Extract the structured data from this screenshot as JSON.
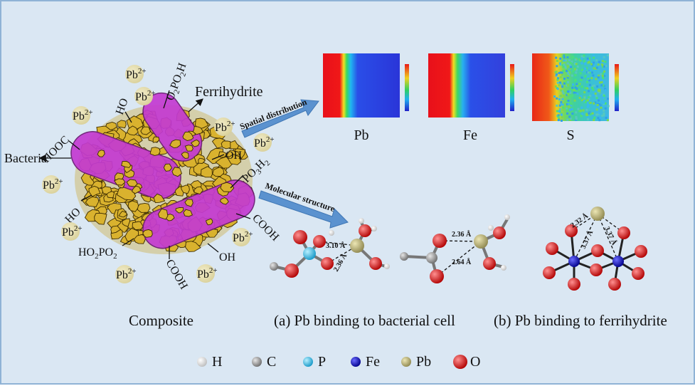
{
  "composite": {
    "ferrihydrite_label": "Ferrihydrite",
    "bacteria_label": "Bacteria",
    "ion_base": "Pb",
    "ion_charge": "2+",
    "groups": {
      "o2po2h": {
        "a": "O",
        "s1": "2",
        "b": "PO",
        "s2": "2",
        "c": "H"
      },
      "ho_top": "HO",
      "hooc": "HOOC",
      "oh_right": "OH",
      "po3h2": {
        "a": "PO",
        "s1": "3",
        "b": "H",
        "s2": "2"
      },
      "ho_left": "HO",
      "cooh_right": "COOH",
      "ho2po2": {
        "a": "HO",
        "s1": "2",
        "b": "PO",
        "s2": "2"
      },
      "cooh_bottom": "COOH",
      "oh_bottom": "OH"
    }
  },
  "arrows": {
    "spatial": "Spatial distribution",
    "molecular": "Molecular structure"
  },
  "maps": [
    {
      "element": "Pb"
    },
    {
      "element": "Fe"
    },
    {
      "element": "S"
    }
  ],
  "distances": {
    "a1": "3.10 Å",
    "a2": "2.36 Å",
    "b1": "2.36 Å",
    "b2": "2.64 Å",
    "c1": "2.32 Å",
    "c2": "3.37 Å",
    "c3": "3.37 Å"
  },
  "captions": {
    "composite": "Composite",
    "a": "(a) Pb binding to bacterial cell",
    "b": "(b) Pb binding to ferrihydrite"
  },
  "legend": [
    {
      "symbol": "H",
      "color": "#f4f4f4"
    },
    {
      "symbol": "C",
      "color": "#9a9a9a"
    },
    {
      "symbol": "P",
      "color": "#29c4ea"
    },
    {
      "symbol": "Fe",
      "color": "#1010c8"
    },
    {
      "symbol": "Pb",
      "color": "#b9b37a"
    },
    {
      "symbol": "O",
      "color": "#e01818"
    }
  ],
  "colors": {
    "background": "#dae7f3",
    "particle": "#d9b22e",
    "bacteria": "#c43ad2",
    "arrow": "#5b92cf"
  }
}
